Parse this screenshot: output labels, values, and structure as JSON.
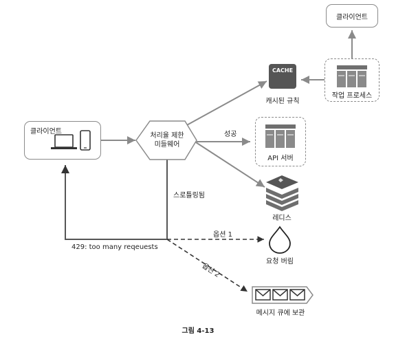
{
  "client_top": "클라이언트",
  "worker_label": "작업 프로세스",
  "cache_icon_text": "CACHE",
  "cache_label": "캐시된 규칙",
  "client_main": "클라이언트",
  "rate_limiter_line1": "처리율 제한",
  "rate_limiter_line2": "미들웨어",
  "success_label": "성공",
  "api_label": "API 서버",
  "redis_label": "레디스",
  "throttle_label": "스로틀링됨",
  "option1_label": "옵션 1",
  "option2_label": "옵션 2",
  "error_label": "429: too many reqeuests",
  "drop_label": "요청 버림",
  "queue_label": "메시지 큐에 보관",
  "caption": "그림 4-13",
  "colors": {
    "line": "#8a8a8a",
    "icon": "#6f6f6f",
    "dark": "#3a3a3a",
    "cache_bg": "#555555",
    "redis": "#6e6e6e"
  }
}
